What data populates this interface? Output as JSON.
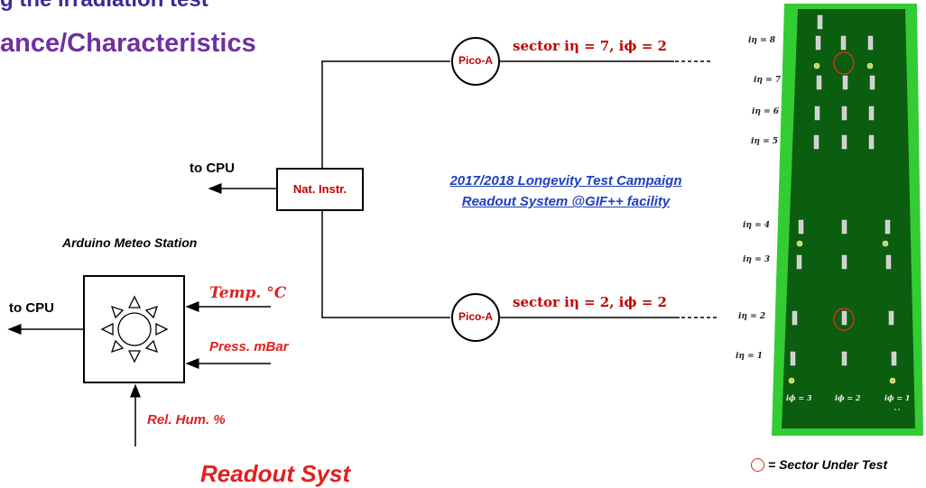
{
  "titles": {
    "line1": "g the irradiation test",
    "line2": "ance/Characteristics"
  },
  "readout": {
    "nat_instr": "Nat. Instr.",
    "pico_label": "Pico-A",
    "sector_top": "sector iη = 7, iϕ = 2",
    "sector_bottom": "sector iη = 2, iϕ = 2",
    "to_cpu": "to CPU",
    "campaign_line1": "2017/2018 Longevity Test Campaign",
    "campaign_line2": "Readout System @GIF++ facility"
  },
  "meteo": {
    "title": "Arduino Meteo Station",
    "to_cpu": "to CPU",
    "temp": "Temp. °C",
    "press": "Press. mBar",
    "hum": "Rel. Hum. %"
  },
  "chamber": {
    "ieta_labels": [
      "iη = 8",
      "iη = 7",
      "iη = 6",
      "iη = 5",
      "iη = 4",
      "iη = 3",
      "iη = 2",
      "iη = 1"
    ],
    "iphi_labels": [
      "iϕ = 3",
      "iϕ = 2",
      "iϕ = 1"
    ],
    "legend": "= Sector Under Test",
    "colors": {
      "outer": "#33cc33",
      "inner": "#0b5d10",
      "marker": "#d03020"
    }
  },
  "footer": {
    "readout_text": "Readout Syst"
  }
}
